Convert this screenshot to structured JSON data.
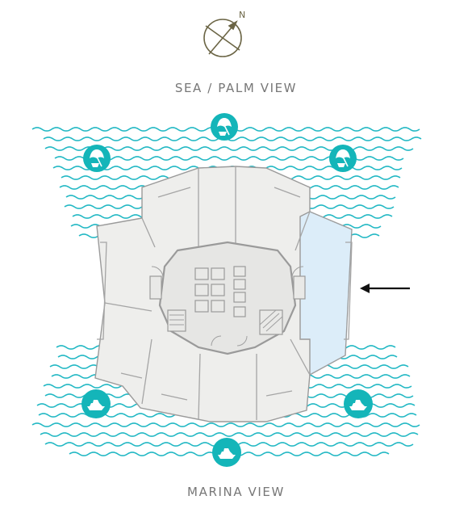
{
  "compass": {
    "letter": "N"
  },
  "labels": {
    "top": "SEA / PALM VIEW",
    "bottom": "MARINA VIEW"
  },
  "icons": {
    "top": [
      "beach-umbrella-icon",
      "beach-umbrella-icon",
      "beach-umbrella-icon"
    ],
    "bottom": [
      "yacht-icon",
      "yacht-icon",
      "yacht-icon"
    ]
  },
  "colors": {
    "water": "#22b8c4",
    "icon_badge": "#14b5b9",
    "plan_fill": "#eeeeec",
    "plan_stroke": "#9a9a9a",
    "highlight": "#dcedf9",
    "compass": "#6b6545",
    "label_text": "#777777",
    "arrow": "#111111"
  }
}
